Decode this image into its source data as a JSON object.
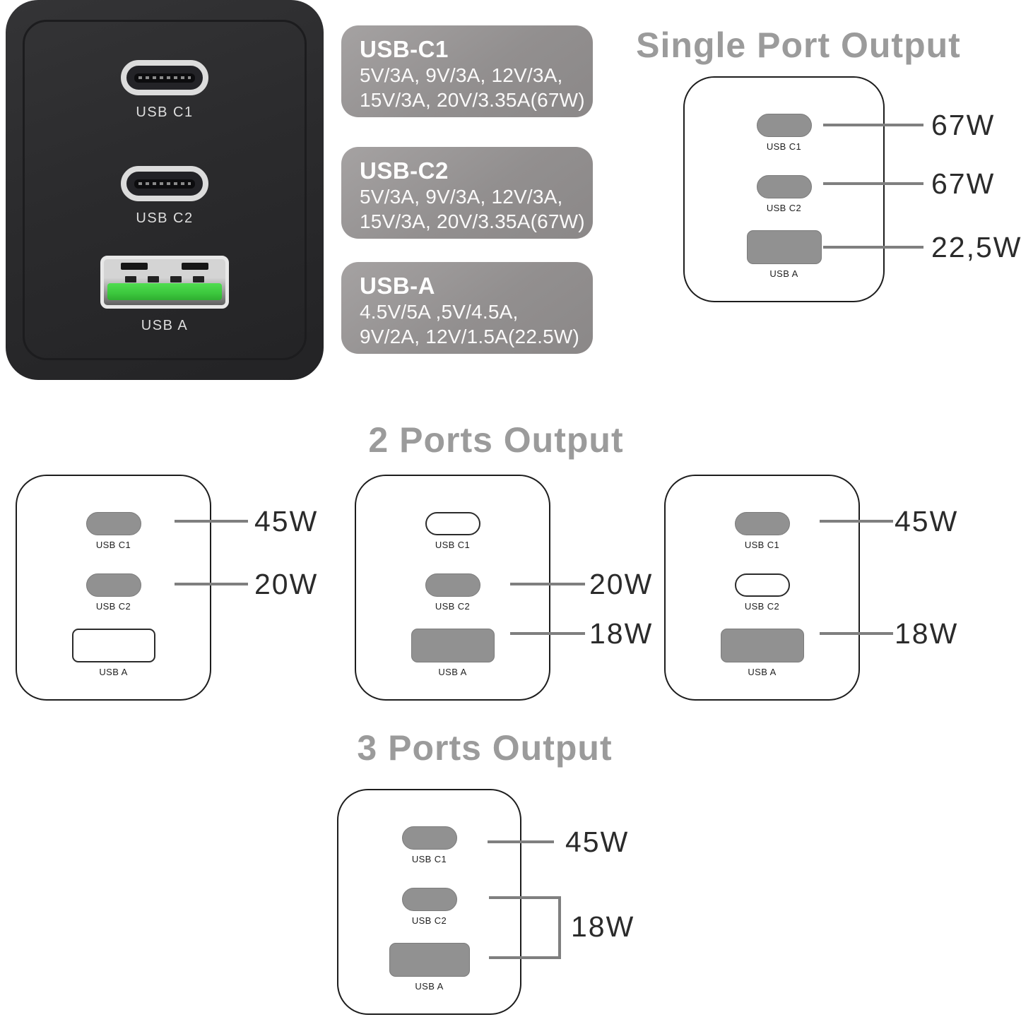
{
  "photo": {
    "ports": [
      {
        "type": "usb-c",
        "label": "USB C1"
      },
      {
        "type": "usb-c",
        "label": "USB C2"
      },
      {
        "type": "usb-a",
        "label": "USB A"
      }
    ]
  },
  "badges": [
    {
      "title": "USB-C1",
      "line1": "5V/3A, 9V/3A, 12V/3A,",
      "line2": "15V/3A, 20V/3.35A(67W)"
    },
    {
      "title": "USB-C2",
      "line1": "5V/3A, 9V/3A, 12V/3A,",
      "line2": "15V/3A, 20V/3.35A(67W)"
    },
    {
      "title": "USB-A",
      "line1": "4.5V/5A ,5V/4.5A,",
      "line2": "9V/2A, 12V/1.5A(22.5W)"
    }
  ],
  "single_port": {
    "title": "Single Port Output",
    "ports": [
      {
        "label": "USB C1",
        "active": true,
        "watt": "67W"
      },
      {
        "label": "USB C2",
        "active": true,
        "watt": "67W"
      },
      {
        "label": "USB A",
        "active": true,
        "watt": "22,5W"
      }
    ]
  },
  "two_ports": {
    "title": "2 Ports Output",
    "diagrams": [
      {
        "ports": [
          {
            "label": "USB C1",
            "active": true,
            "watt": "45W"
          },
          {
            "label": "USB C2",
            "active": true,
            "watt": "20W"
          },
          {
            "label": "USB A",
            "active": false
          }
        ]
      },
      {
        "ports": [
          {
            "label": "USB C1",
            "active": false
          },
          {
            "label": "USB C2",
            "active": true,
            "watt": "20W"
          },
          {
            "label": "USB A",
            "active": true,
            "watt": "18W"
          }
        ]
      },
      {
        "ports": [
          {
            "label": "USB C1",
            "active": true,
            "watt": "45W"
          },
          {
            "label": "USB C2",
            "active": false
          },
          {
            "label": "USB A",
            "active": true,
            "watt": "18W"
          }
        ]
      }
    ]
  },
  "three_ports": {
    "title": "3 Ports Output",
    "ports": [
      {
        "label": "USB C1",
        "active": true,
        "watt": "45W"
      },
      {
        "label": "USB C2",
        "active": true
      },
      {
        "label": "USB A",
        "active": true
      }
    ],
    "shared_watt": "18W"
  },
  "colors": {
    "port_fill": "#919191",
    "connector_line": "#7f7f7f",
    "title_gray": "#9b9b9b",
    "badge_gray": "#949191",
    "usb_a_green": "#3cc73d",
    "charger_body": "#2b2b2d"
  }
}
